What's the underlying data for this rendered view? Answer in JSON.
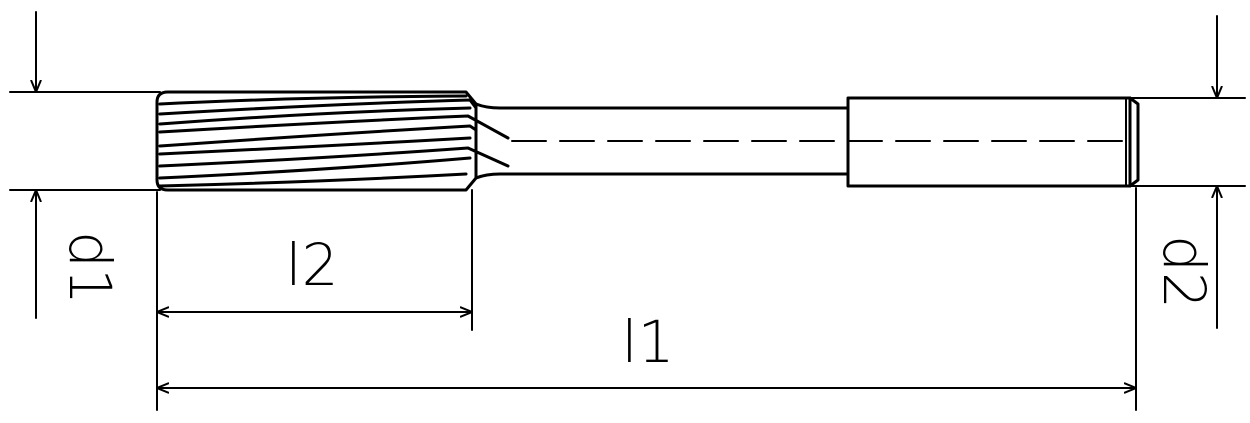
{
  "labels": {
    "d1": "d1",
    "d2": "d2",
    "l1": "l1",
    "l2": "l2"
  },
  "colors": {
    "ink": "#000000",
    "background": "#ffffff"
  }
}
